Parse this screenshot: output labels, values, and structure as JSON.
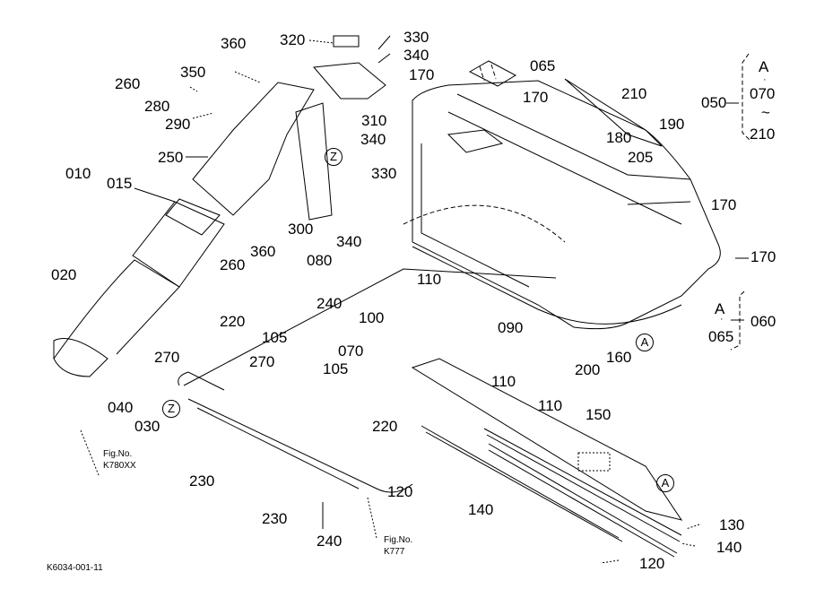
{
  "figure": {
    "title": "Exploded parts diagram",
    "code": "K6034-001-11"
  },
  "part_labels": [
    {
      "id": "p360a",
      "text": "360"
    },
    {
      "id": "p320",
      "text": "320"
    },
    {
      "id": "p330a",
      "text": "330"
    },
    {
      "id": "p340a",
      "text": "340"
    },
    {
      "id": "p065a",
      "text": "065"
    },
    {
      "id": "p350",
      "text": "350"
    },
    {
      "id": "p260a",
      "text": "260"
    },
    {
      "id": "p280",
      "text": "280"
    },
    {
      "id": "p290",
      "text": "290"
    },
    {
      "id": "p310",
      "text": "310"
    },
    {
      "id": "p170a",
      "text": "170"
    },
    {
      "id": "p170b",
      "text": "170"
    },
    {
      "id": "p210",
      "text": "210"
    },
    {
      "id": "p190",
      "text": "190"
    },
    {
      "id": "p180",
      "text": "180"
    },
    {
      "id": "p205",
      "text": "205"
    },
    {
      "id": "p340b",
      "text": "340"
    },
    {
      "id": "p250",
      "text": "250"
    },
    {
      "id": "p330b",
      "text": "330"
    },
    {
      "id": "p010",
      "text": "010"
    },
    {
      "id": "p015",
      "text": "015"
    },
    {
      "id": "p170c",
      "text": "170"
    },
    {
      "id": "p300",
      "text": "300"
    },
    {
      "id": "p340c",
      "text": "340"
    },
    {
      "id": "p260b",
      "text": "260"
    },
    {
      "id": "p360b",
      "text": "360"
    },
    {
      "id": "p170d",
      "text": "170"
    },
    {
      "id": "p080",
      "text": "080"
    },
    {
      "id": "p020",
      "text": "020"
    },
    {
      "id": "p110a",
      "text": "110"
    },
    {
      "id": "p240a",
      "text": "240"
    },
    {
      "id": "p220a",
      "text": "220"
    },
    {
      "id": "p105a",
      "text": "105"
    },
    {
      "id": "p100",
      "text": "100"
    },
    {
      "id": "p090",
      "text": "090"
    },
    {
      "id": "p070",
      "text": "070"
    },
    {
      "id": "p270a",
      "text": "270"
    },
    {
      "id": "p270b",
      "text": "270"
    },
    {
      "id": "p105b",
      "text": "105"
    },
    {
      "id": "p110b",
      "text": "110"
    },
    {
      "id": "p200",
      "text": "200"
    },
    {
      "id": "p160",
      "text": "160"
    },
    {
      "id": "p040",
      "text": "040"
    },
    {
      "id": "p030",
      "text": "030"
    },
    {
      "id": "p110c",
      "text": "110"
    },
    {
      "id": "p220b",
      "text": "220"
    },
    {
      "id": "p150",
      "text": "150"
    },
    {
      "id": "p230a",
      "text": "230"
    },
    {
      "id": "p120a",
      "text": "120"
    },
    {
      "id": "p140a",
      "text": "140"
    },
    {
      "id": "p230b",
      "text": "230"
    },
    {
      "id": "p130",
      "text": "130"
    },
    {
      "id": "p240b",
      "text": "240"
    },
    {
      "id": "p140b",
      "text": "140"
    },
    {
      "id": "p120b",
      "text": "120"
    }
  ],
  "kit_050": {
    "label": "050",
    "top": "A",
    "dot": "·",
    "from": "070",
    "tilde": "~",
    "to": "210"
  },
  "kit_060": {
    "label": "060",
    "top": "A",
    "dot": "·",
    "item": "065"
  },
  "ref_markers": {
    "z1": "Z",
    "z2": "Z",
    "a1": "A",
    "a2": "A"
  },
  "fig_refs": [
    {
      "line1": "Fig.No.",
      "line2": "K780XX"
    },
    {
      "line1": "Fig.No.",
      "line2": "K777"
    }
  ]
}
